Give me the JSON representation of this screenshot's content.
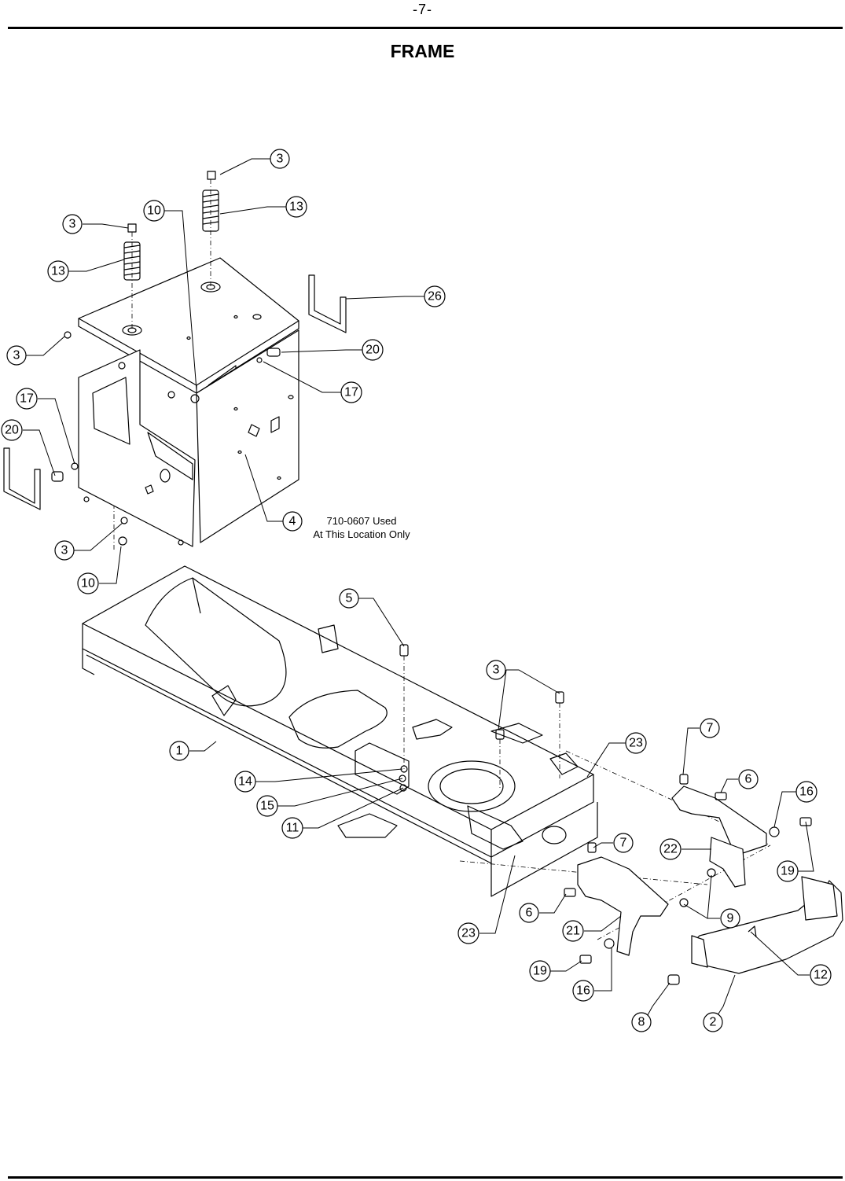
{
  "page": {
    "number": "-7-",
    "title": "FRAME"
  },
  "note": {
    "line1": "710-0607 Used",
    "line2": "At This Location Only"
  },
  "callouts": [
    {
      "id": "c1",
      "label": "3"
    },
    {
      "id": "c2",
      "label": "13"
    },
    {
      "id": "c3",
      "label": "10"
    },
    {
      "id": "c4",
      "label": "3"
    },
    {
      "id": "c5",
      "label": "13"
    },
    {
      "id": "c6",
      "label": "26"
    },
    {
      "id": "c7",
      "label": "3"
    },
    {
      "id": "c8",
      "label": "20"
    },
    {
      "id": "c9",
      "label": "17"
    },
    {
      "id": "c10",
      "label": "17"
    },
    {
      "id": "c11",
      "label": "20"
    },
    {
      "id": "c12",
      "label": "4"
    },
    {
      "id": "c13",
      "label": "3"
    },
    {
      "id": "c14",
      "label": "10"
    },
    {
      "id": "c15",
      "label": "5"
    },
    {
      "id": "c16",
      "label": "3"
    },
    {
      "id": "c17",
      "label": "7"
    },
    {
      "id": "c18",
      "label": "23"
    },
    {
      "id": "c19",
      "label": "1"
    },
    {
      "id": "c20",
      "label": "6"
    },
    {
      "id": "c21",
      "label": "16"
    },
    {
      "id": "c22",
      "label": "14"
    },
    {
      "id": "c23",
      "label": "15"
    },
    {
      "id": "c24",
      "label": "11"
    },
    {
      "id": "c25",
      "label": "7"
    },
    {
      "id": "c26",
      "label": "22"
    },
    {
      "id": "c27",
      "label": "19"
    },
    {
      "id": "c28",
      "label": "6"
    },
    {
      "id": "c29",
      "label": "9"
    },
    {
      "id": "c30",
      "label": "23"
    },
    {
      "id": "c31",
      "label": "21"
    },
    {
      "id": "c32",
      "label": "12"
    },
    {
      "id": "c33",
      "label": "19"
    },
    {
      "id": "c34",
      "label": "16"
    },
    {
      "id": "c35",
      "label": "8"
    },
    {
      "id": "c36",
      "label": "2"
    }
  ]
}
